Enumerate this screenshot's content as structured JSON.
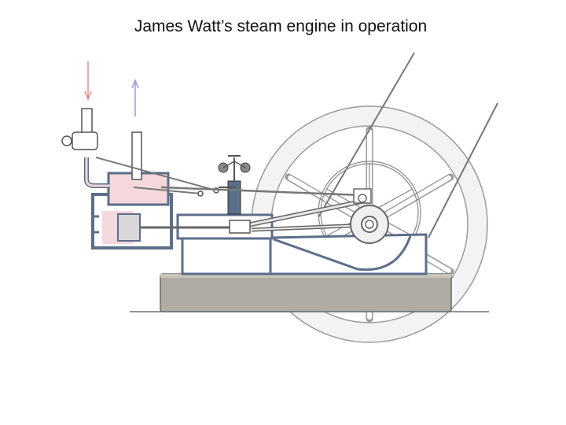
{
  "slide": {
    "title": "James Watt’s steam engine in operation"
  },
  "colors": {
    "background": "#ffffff",
    "frame_blue": "#5b6e8a",
    "flywheel_fill": "#f3f3f3",
    "flywheel_stroke": "#9a9a9a",
    "base_fill": "#b0aca4",
    "steam_pink": "#f4d8dc",
    "arrow_inlet": "#e48a8a",
    "arrow_exhaust": "#9a9ad6",
    "rod_gray": "#777777"
  },
  "diagram": {
    "subject": "steam-engine",
    "arrows": [
      "steam-inlet-arrow",
      "steam-exhaust-arrow"
    ]
  }
}
